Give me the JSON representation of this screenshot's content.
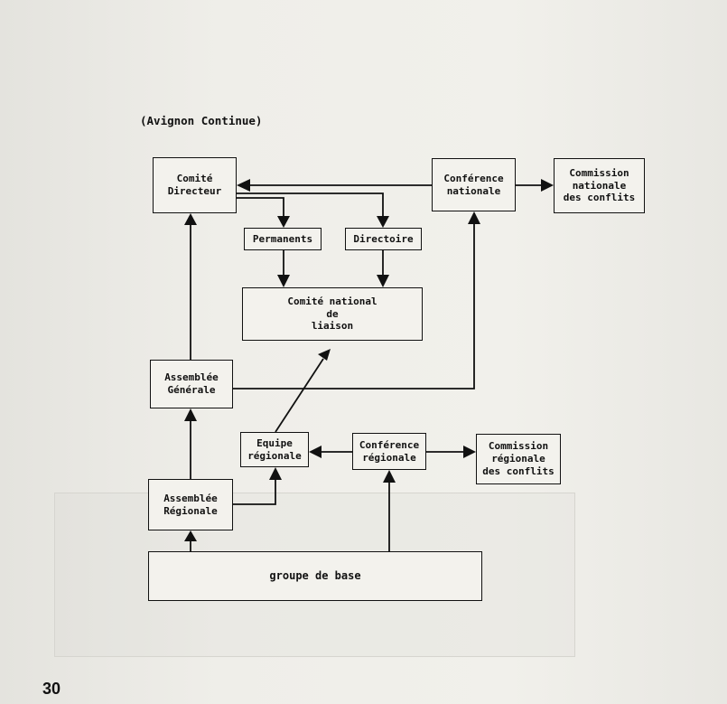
{
  "caption": "(Avignon Continue)",
  "page_number": "30",
  "nodes": {
    "comite_directeur": "Comité\nDirecteur",
    "conference_nationale": "Conférence\nnationale",
    "commission_nationale": "Commission\nnationale\ndes conflits",
    "permanents": "Permanents",
    "directoire": "Directoire",
    "comite_national_liaison": "Comité national\nde\nliaison",
    "assemblee_generale": "Assemblée\nGénérale",
    "equipe_regionale": "Equipe\nrégionale",
    "conference_regionale": "Conférence\nrégionale",
    "commission_regionale": "Commission\nrégionale\ndes conflits",
    "assemblee_regionale": "Assemblée\nRégionale",
    "groupe_de_base": "groupe de base"
  }
}
